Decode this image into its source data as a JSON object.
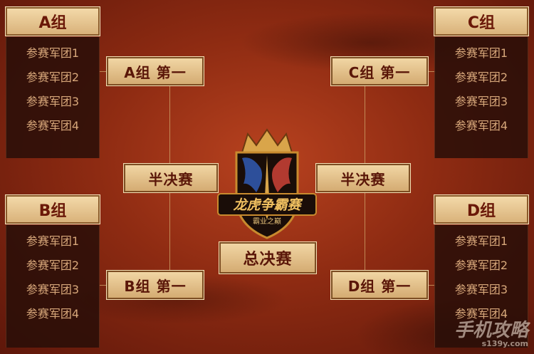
{
  "groups": {
    "a": {
      "title": "A组",
      "teams": [
        "参赛军团1",
        "参赛军团2",
        "参赛军团3",
        "参赛军团4"
      ]
    },
    "b": {
      "title": "B组",
      "teams": [
        "参赛军团1",
        "参赛军团2",
        "参赛军团3",
        "参赛军团4"
      ]
    },
    "c": {
      "title": "C组",
      "teams": [
        "参赛军团1",
        "参赛军团2",
        "参赛军团3",
        "参赛军团4"
      ]
    },
    "d": {
      "title": "D组",
      "teams": [
        "参赛军团1",
        "参赛军团2",
        "参赛军团3",
        "参赛军团4"
      ]
    }
  },
  "bracket": {
    "a_winner": "A组 第一",
    "b_winner": "B组 第一",
    "c_winner": "C组 第一",
    "d_winner": "D组 第一",
    "semifinal_left": "半决赛",
    "semifinal_right": "半决赛",
    "final": "总决赛"
  },
  "logo": {
    "title": "龙虎争霸赛",
    "subtitle": "霸业之巅"
  },
  "watermark": {
    "title": "手机攻略",
    "url": "s139y.com"
  },
  "colors": {
    "gold": "#e8c48c",
    "dark_red": "#5a1608",
    "background": "#8e2b12"
  }
}
